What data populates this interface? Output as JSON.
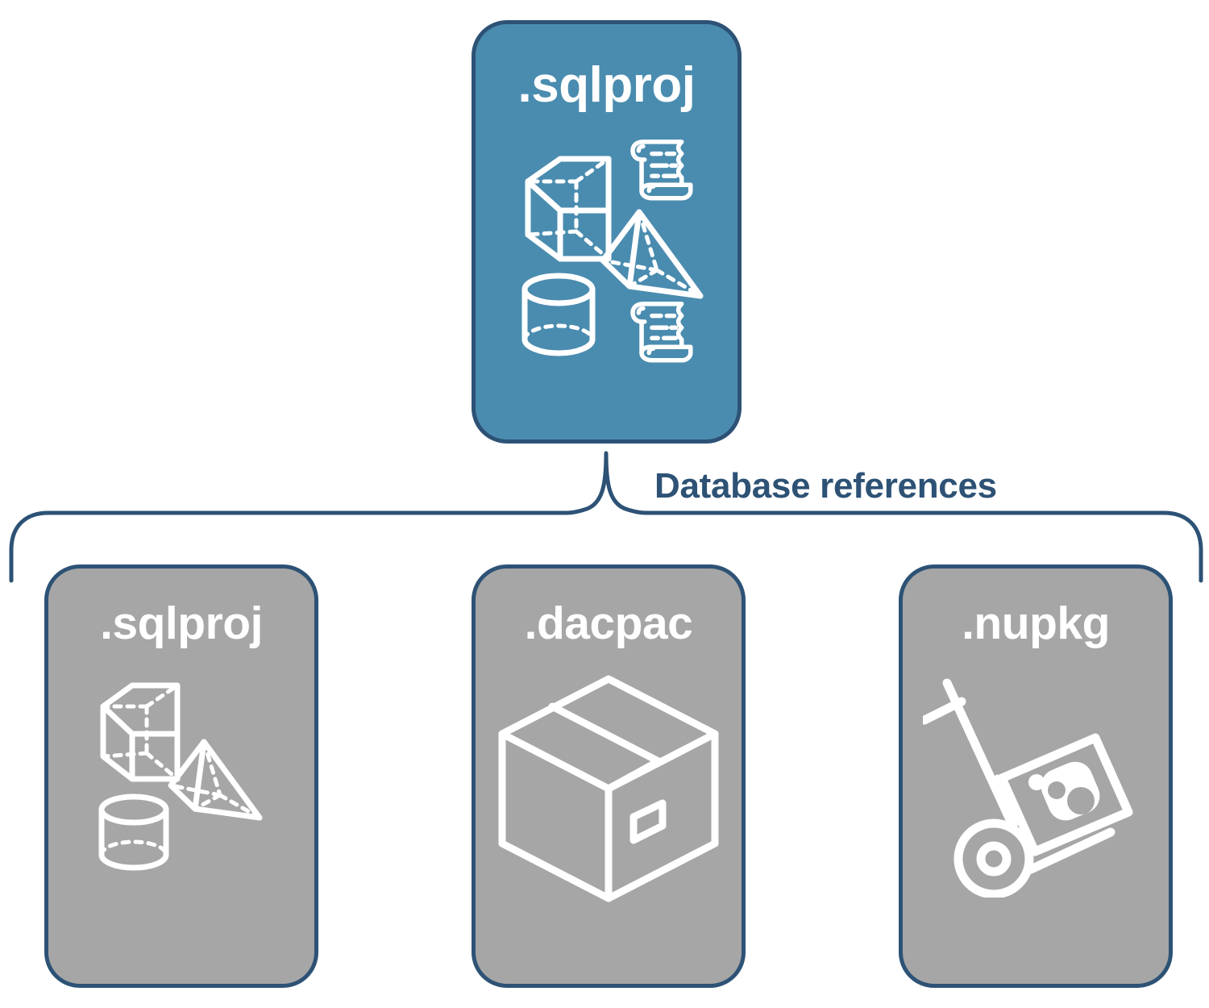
{
  "diagram": {
    "title": ".sqlproj database references",
    "colors": {
      "root_fill": "#4A8CAF",
      "reference_fill": "#A6A6A6",
      "outline": "#2D5275",
      "icon": "#FFFFFF",
      "background": "#FFFFFF"
    },
    "root": {
      "label": ".sqlproj",
      "icons": [
        "cube-icon",
        "scroll-icon",
        "pyramid-icon",
        "cylinder-icon",
        "scroll-icon"
      ]
    },
    "connector": {
      "label": "Database references",
      "shape": "curly-brace"
    },
    "references": [
      {
        "label": ".sqlproj",
        "icons": [
          "cube-icon",
          "pyramid-icon",
          "cylinder-icon"
        ]
      },
      {
        "label": ".dacpac",
        "icons": [
          "package-box-icon"
        ]
      },
      {
        "label": ".nupkg",
        "icons": [
          "hand-truck-icon"
        ]
      }
    ]
  }
}
